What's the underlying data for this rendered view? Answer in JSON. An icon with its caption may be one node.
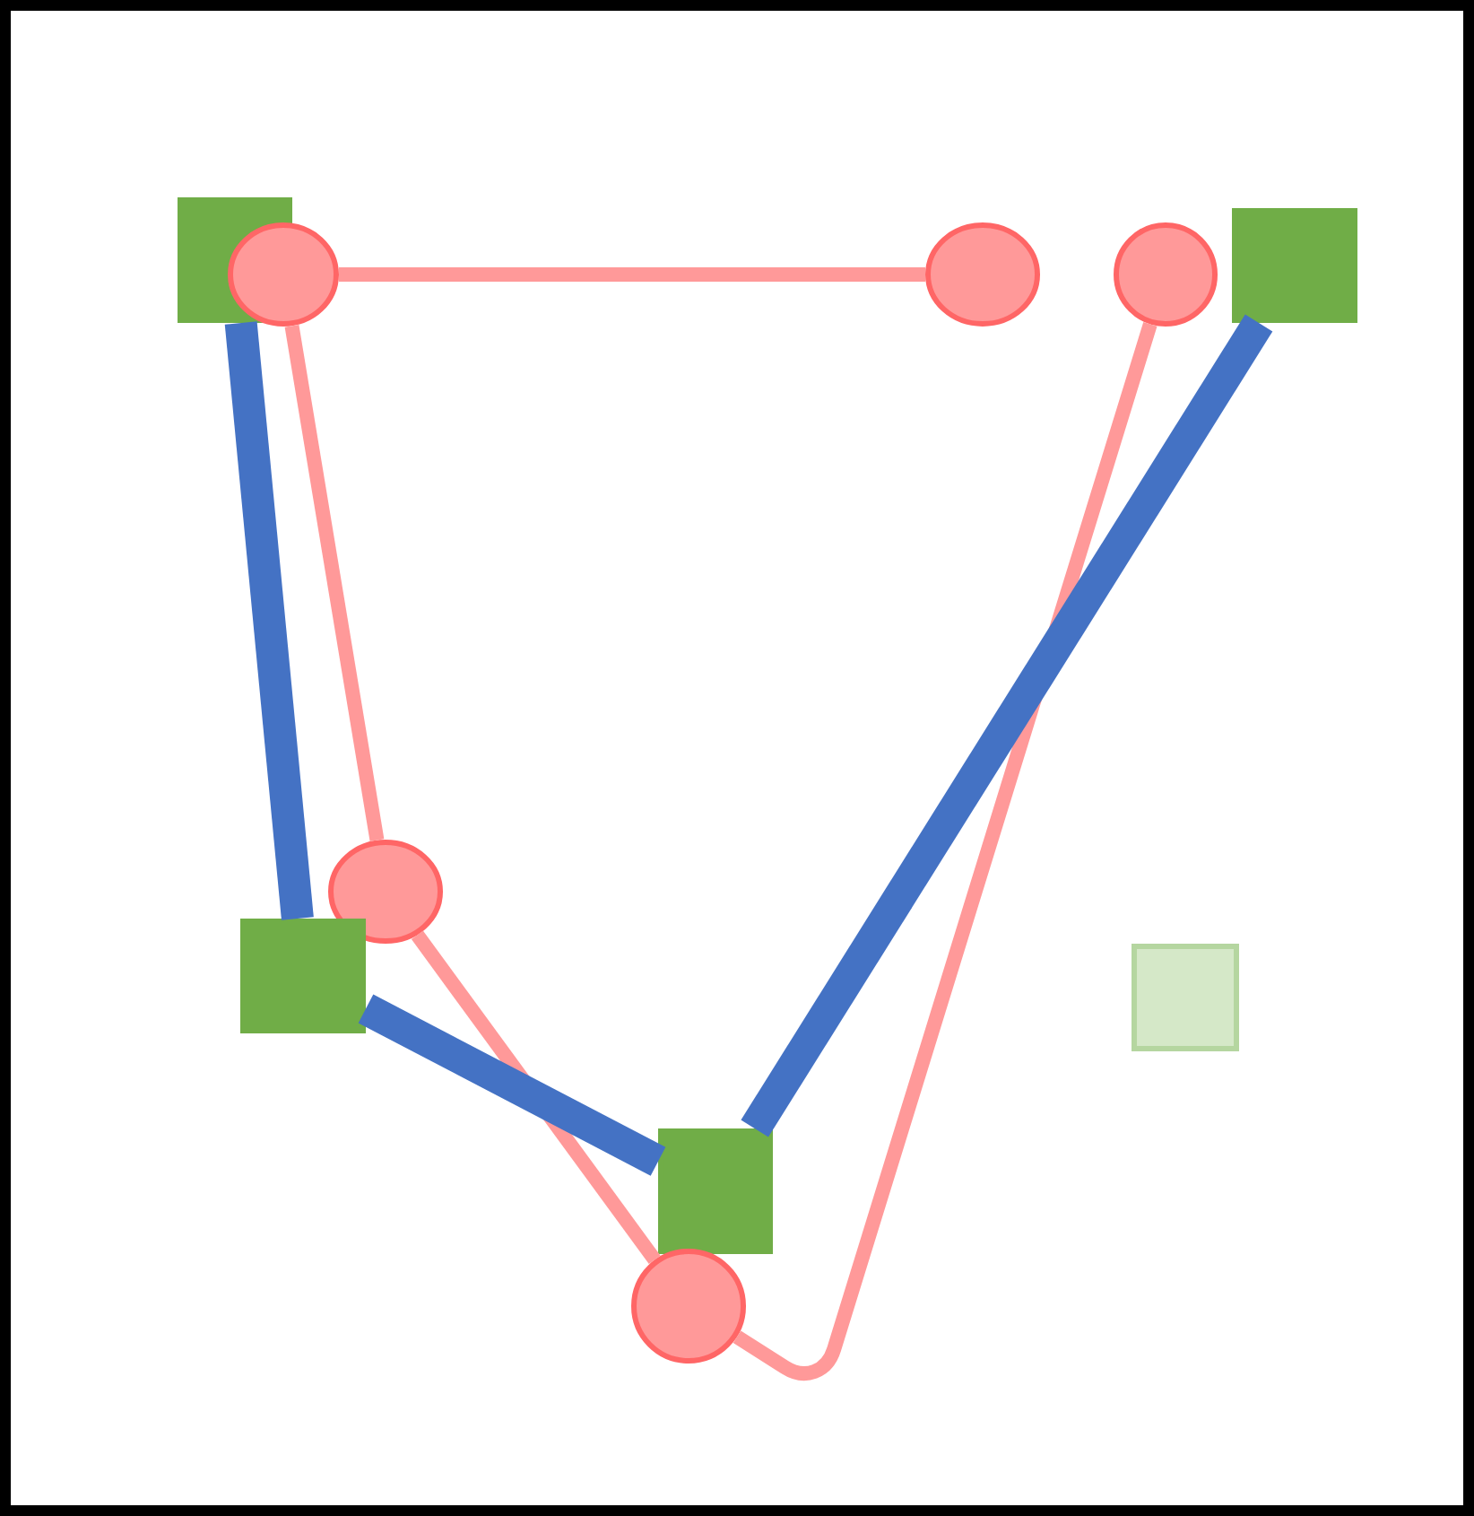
{
  "diagram": {
    "nodes": [
      {
        "text": [],
        "shape": "box"
      },
      {
        "text": [],
        "shape": "circle"
      },
      {
        "text": [],
        "shape": "circle"
      },
      {
        "text": [],
        "shape": "circle"
      },
      {
        "text": [],
        "shape": "box"
      },
      {
        "text": [],
        "shape": "circle"
      },
      {
        "text": [],
        "shape": "box"
      },
      {
        "text": [],
        "shape": "box"
      },
      {
        "text": [],
        "shape": "box"
      },
      {
        "text": [],
        "shape": "circle"
      }
    ],
    "edges": [
      {
        "from": 1,
        "to": 2,
        "arrow": "none"
      },
      {
        "from": 1,
        "to": 5,
        "arrow": "none"
      },
      {
        "from": 5,
        "to": 9,
        "arrow": "none"
      },
      {
        "from": 3,
        "to": 9,
        "arrow": "none"
      },
      {
        "from": 0,
        "to": 6,
        "arrow": "none",
        "style": "thick",
        "color": "#4472c4"
      },
      {
        "from": 6,
        "to": 8,
        "arrow": "none",
        "style": "thick",
        "color": "#4472c4"
      },
      {
        "from": 8,
        "to": 4,
        "arrow": "none",
        "style": "thick",
        "color": "#4472c4"
      }
    ]
  }
}
